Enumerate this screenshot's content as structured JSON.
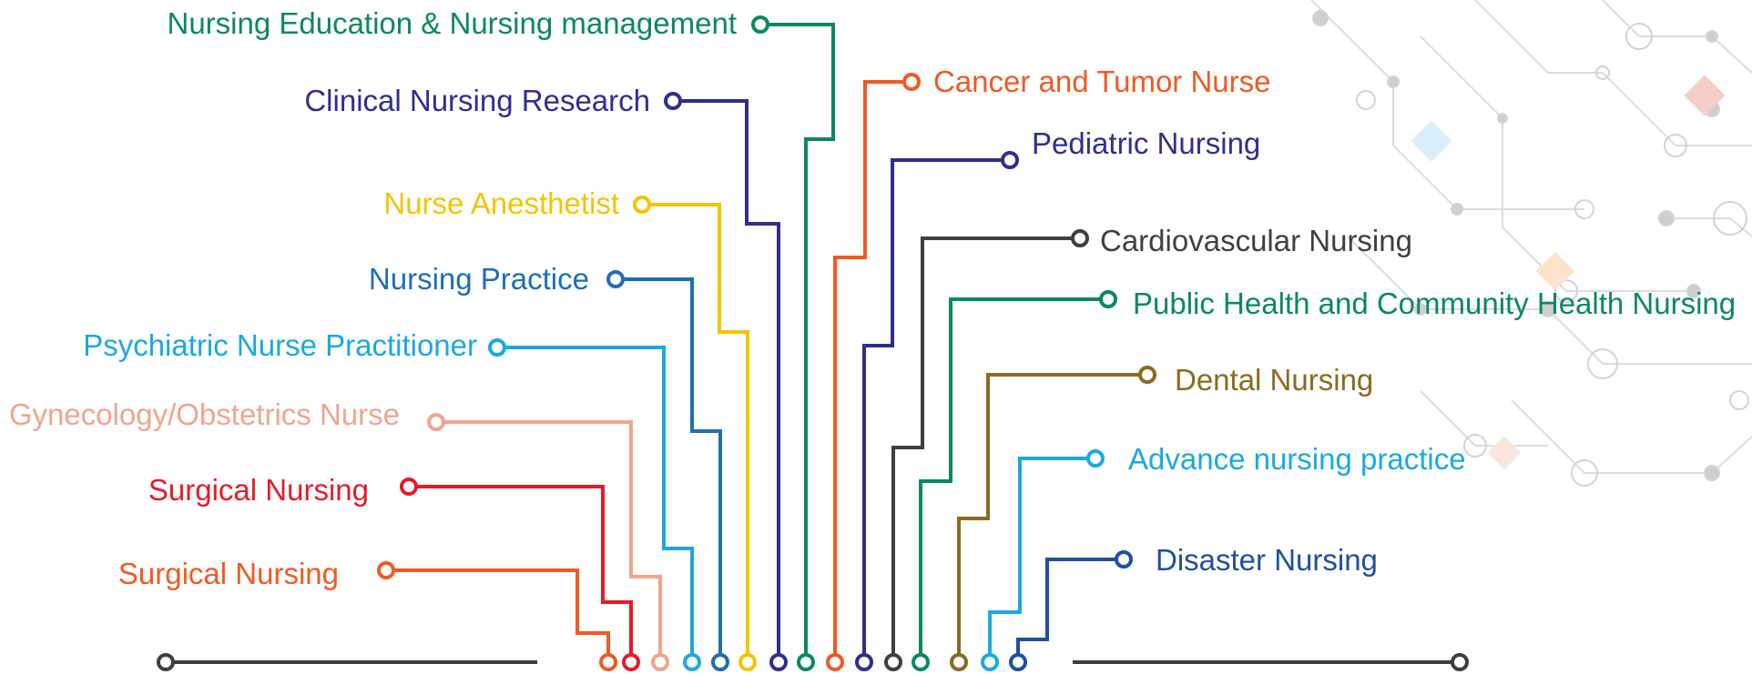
{
  "colors": {
    "green": "#0a8a5a",
    "navy": "#2e2f8e",
    "yellow": "#f2c500",
    "blue": "#1e6eb5",
    "cyan": "#1aa9e0",
    "peach": "#efa58e",
    "red": "#e11d2b",
    "orange": "#ef5a24",
    "dark": "#3f3f3f",
    "brown": "#8a6b1f",
    "royal": "#1f4fa0"
  },
  "left_topics": [
    {
      "label": "Nursing Education & Nursing management",
      "color": "green"
    },
    {
      "label": "Clinical Nursing Research",
      "color": "navy"
    },
    {
      "label": "Nurse Anesthetist",
      "color": "yellow"
    },
    {
      "label": "Nursing Practice",
      "color": "blue"
    },
    {
      "label": "Psychiatric Nurse Practitioner",
      "color": "cyan"
    },
    {
      "label": "Gynecology/Obstetrics Nurse",
      "color": "peach"
    },
    {
      "label": "Surgical Nursing",
      "color": "red"
    },
    {
      "label": "Surgical Nursing",
      "color": "orange"
    }
  ],
  "right_topics": [
    {
      "label": "Cancer and Tumor Nurse",
      "color": "orange"
    },
    {
      "label": "Pediatric Nursing",
      "color": "navy"
    },
    {
      "label": "Cardiovascular Nursing",
      "color": "dark"
    },
    {
      "label": "Public Health and Community Health Nursing",
      "color": "green"
    },
    {
      "label": "Dental Nursing",
      "color": "brown"
    },
    {
      "label": "Advance nursing practice",
      "color": "cyan"
    },
    {
      "label": "Disaster Nursing",
      "color": "royal"
    }
  ]
}
